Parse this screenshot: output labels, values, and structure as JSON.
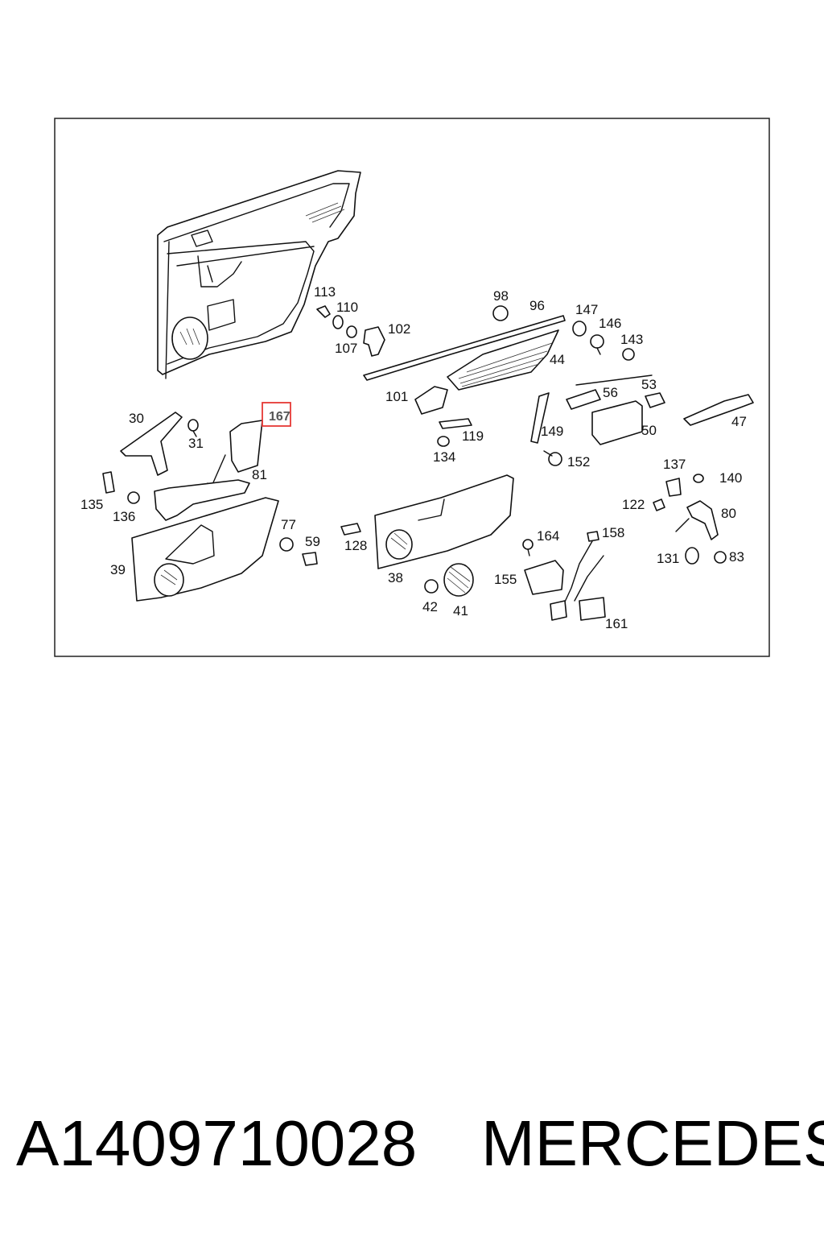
{
  "diagram": {
    "callouts": [
      {
        "id": "c113",
        "text": "113"
      },
      {
        "id": "c110",
        "text": "110"
      },
      {
        "id": "c107",
        "text": "107"
      },
      {
        "id": "c102",
        "text": "102"
      },
      {
        "id": "c98",
        "text": "98"
      },
      {
        "id": "c96",
        "text": "96"
      },
      {
        "id": "c147",
        "text": "147"
      },
      {
        "id": "c146",
        "text": "146"
      },
      {
        "id": "c143",
        "text": "143"
      },
      {
        "id": "c44",
        "text": "44"
      },
      {
        "id": "c101",
        "text": "101"
      },
      {
        "id": "c56",
        "text": "56"
      },
      {
        "id": "c53",
        "text": "53"
      },
      {
        "id": "c47",
        "text": "47"
      },
      {
        "id": "c30",
        "text": "30"
      },
      {
        "id": "c31",
        "text": "31"
      },
      {
        "id": "c167",
        "text": "167"
      },
      {
        "id": "c119",
        "text": "119"
      },
      {
        "id": "c134",
        "text": "134"
      },
      {
        "id": "c149",
        "text": "149"
      },
      {
        "id": "c50",
        "text": "50"
      },
      {
        "id": "c152",
        "text": "152"
      },
      {
        "id": "c81",
        "text": "81"
      },
      {
        "id": "c137",
        "text": "137"
      },
      {
        "id": "c140",
        "text": "140"
      },
      {
        "id": "c135",
        "text": "135"
      },
      {
        "id": "c136",
        "text": "136"
      },
      {
        "id": "c122",
        "text": "122"
      },
      {
        "id": "c80",
        "text": "80"
      },
      {
        "id": "c77",
        "text": "77"
      },
      {
        "id": "c59",
        "text": "59"
      },
      {
        "id": "c128",
        "text": "128"
      },
      {
        "id": "c164",
        "text": "164"
      },
      {
        "id": "c158",
        "text": "158"
      },
      {
        "id": "c39",
        "text": "39"
      },
      {
        "id": "c38",
        "text": "38"
      },
      {
        "id": "c131",
        "text": "131"
      },
      {
        "id": "c83",
        "text": "83"
      },
      {
        "id": "c155",
        "text": "155"
      },
      {
        "id": "c42",
        "text": "42"
      },
      {
        "id": "c41",
        "text": "41"
      },
      {
        "id": "c161",
        "text": "161"
      }
    ],
    "highlighted_callout": "167",
    "highlight_color": "#e53935"
  },
  "caption": {
    "part_number": "A1409710028",
    "brand": "MERCEDES"
  }
}
